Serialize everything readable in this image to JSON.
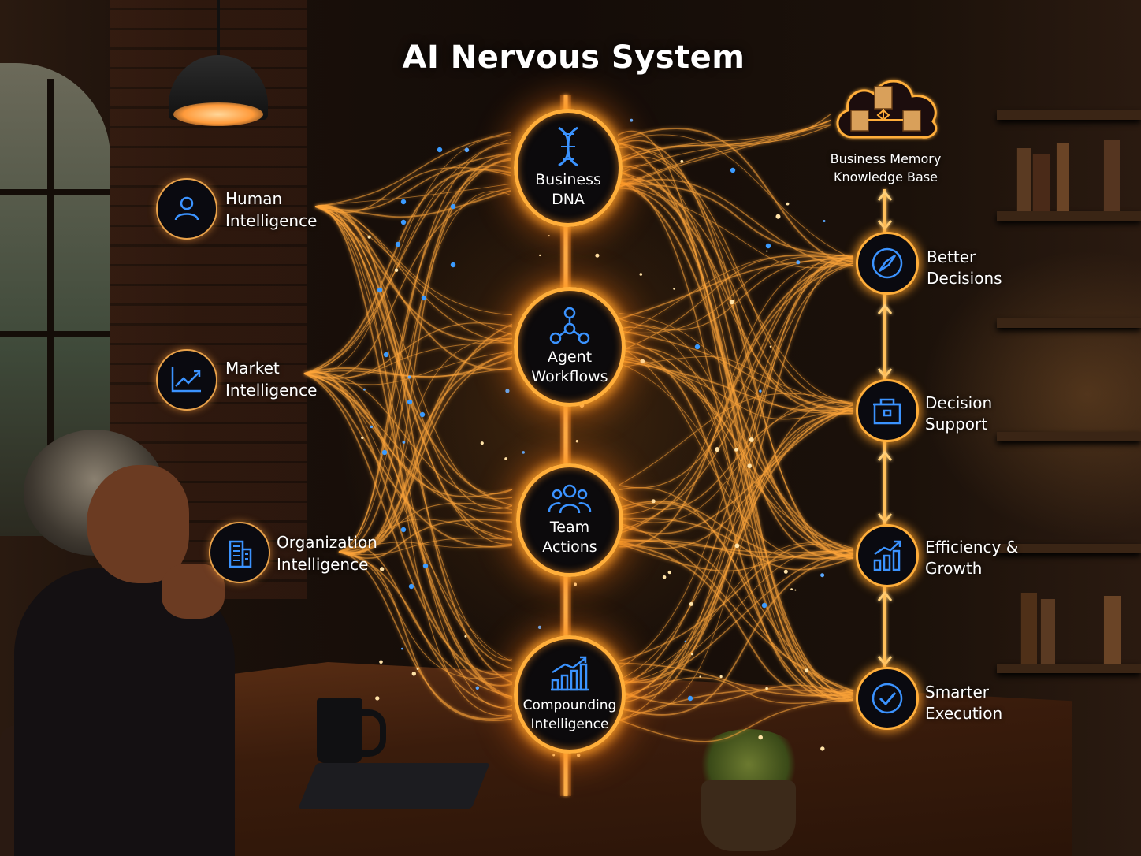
{
  "title": "AI Nervous System",
  "inputs": [
    {
      "line1": "Human",
      "line2": "Intelligence",
      "icon": "person-icon"
    },
    {
      "line1": "Market",
      "line2": "Intelligence",
      "icon": "trend-chart-icon"
    },
    {
      "line1": "Organization",
      "line2": "Intelligence",
      "icon": "building-icon"
    }
  ],
  "core": [
    {
      "line1": "Business",
      "line2": "DNA",
      "icon": "dna-icon"
    },
    {
      "line1": "Agent",
      "line2": "Workflows",
      "icon": "workflow-icon"
    },
    {
      "line1": "Team",
      "line2": "Actions",
      "icon": "team-icon"
    },
    {
      "line1": "Compounding",
      "line2": "Intelligence",
      "icon": "growth-chart-icon"
    }
  ],
  "memory": {
    "line1": "Business Memory",
    "line2": "Knowledge Base",
    "icon": "cloud-documents-icon"
  },
  "outputs": [
    {
      "line1": "Better",
      "line2": "Decisions",
      "icon": "compass-icon"
    },
    {
      "line1": "Decision",
      "line2": "Support",
      "icon": "toolbox-icon"
    },
    {
      "line1": "Efficiency &",
      "line2": "Growth",
      "icon": "bar-chart-icon"
    },
    {
      "line1": "Smarter",
      "line2": "Execution",
      "icon": "checkmark-icon"
    }
  ],
  "colors": {
    "glow": "#ffae3a",
    "accent_blue": "#2f8cff",
    "text": "#ffffff"
  }
}
